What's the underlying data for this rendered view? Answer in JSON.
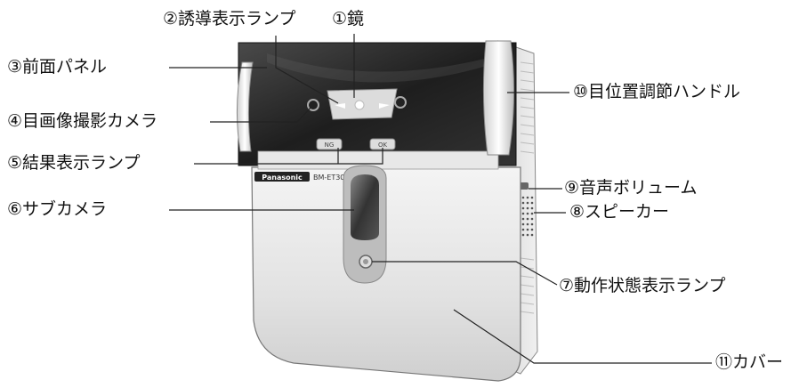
{
  "labels": {
    "mirror": "①鏡",
    "guide_lamp": "②誘導表示ランプ",
    "front_panel": "③前面パネル",
    "eye_camera": "④目画像撮影カメラ",
    "result_lamp": "⑤結果表示ランプ",
    "sub_camera": "⑥サブカメラ",
    "status_lamp": "⑦動作状態表示ランプ",
    "speaker": "⑧スピーカー",
    "volume": "⑨音声ボリューム",
    "eye_position_handle": "⑩目位置調節ハンドル",
    "cover": "⑪カバー"
  },
  "device": {
    "brand": "Panasonic",
    "model": "BM-ET300",
    "ng_label": "NG",
    "ok_label": "OK"
  },
  "colors": {
    "panel": "#2b2b2b",
    "body": "#e6e6e6",
    "line": "#222222"
  }
}
